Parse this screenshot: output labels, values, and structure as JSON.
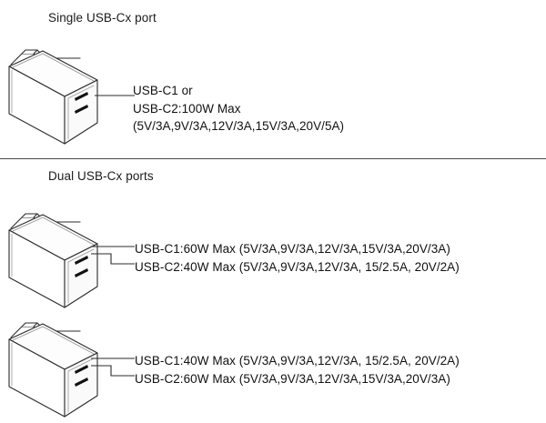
{
  "document": {
    "title": "USB-C charger port power specification diagram"
  },
  "sections": [
    {
      "id": "single",
      "heading": "Single USB-Cx port",
      "device": {
        "name": "usb-c-power-adapter",
        "port_count": 2,
        "port_labels": [
          "USB-C1",
          "USB-C2"
        ]
      },
      "callout": {
        "lines": [
          "USB-C1 or",
          "USB-C2:100W Max",
          "(5V/3A,9V/3A,12V/3A,15V/3A,20V/5A)"
        ]
      }
    },
    {
      "id": "dual",
      "heading": "Dual USB-Cx ports",
      "devices": [
        {
          "name": "usb-c-power-adapter-config-a",
          "callout": {
            "lines": [
              "USB-C1:60W Max (5V/3A,9V/3A,12V/3A,15V/3A,20V/3A)",
              "USB-C2:40W Max (5V/3A,9V/3A,12V/3A, 15/2.5A, 20V/2A)"
            ]
          }
        },
        {
          "name": "usb-c-power-adapter-config-b",
          "callout": {
            "lines": [
              "USB-C1:40W Max (5V/3A,9V/3A,12V/3A, 15/2.5A, 20V/2A)",
              "USB-C2:60W Max (5V/3A,9V/3A,12V/3A,15V/3A,20V/3A)"
            ]
          }
        }
      ]
    }
  ],
  "specs": {
    "single": {
      "ports": "USB-C1 or USB-C2",
      "max_power": "100W Max",
      "profiles": [
        "5V/3A",
        "9V/3A",
        "12V/3A",
        "15V/3A",
        "20V/5A"
      ]
    },
    "dual_config_a": {
      "c1": {
        "max_power": "60W Max",
        "profiles": [
          "5V/3A",
          "9V/3A",
          "12V/3A",
          "15V/3A",
          "20V/3A"
        ]
      },
      "c2": {
        "max_power": "40W Max",
        "profiles": [
          "5V/3A",
          "9V/3A",
          "12V/3A",
          "15/2.5A",
          "20V/2A"
        ]
      }
    },
    "dual_config_b": {
      "c1": {
        "max_power": "40W Max",
        "profiles": [
          "5V/3A",
          "9V/3A",
          "12V/3A",
          "15/2.5A",
          "20V/2A"
        ]
      },
      "c2": {
        "max_power": "60W Max",
        "profiles": [
          "5V/3A",
          "9V/3A",
          "12V/3A",
          "15V/3A",
          "20V/3A"
        ]
      }
    }
  },
  "colors": {
    "background": "#ffffff",
    "text": "#111111",
    "outline": "#2b2b2b",
    "divider": "#4a4a4a",
    "port_fill": "#111111",
    "body_fill": "#ffffff",
    "shade_fill": "#f7f7f7"
  }
}
